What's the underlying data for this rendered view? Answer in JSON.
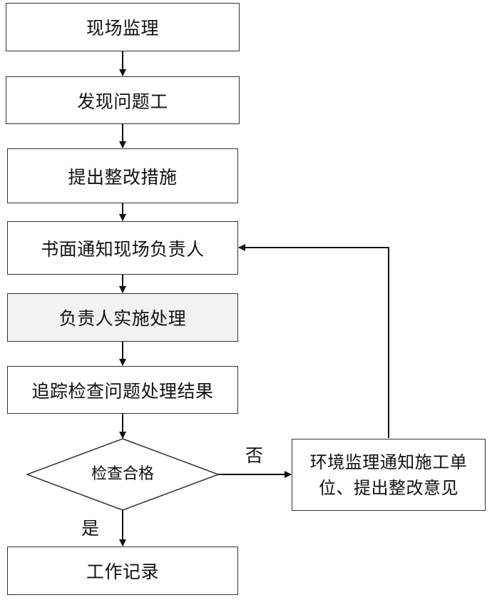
{
  "flowchart": {
    "steps": [
      "现场监理",
      "发现问题工",
      "提出整改措施",
      "书面通知现场负责人",
      "负责人实施处理",
      "追踪检查问题处理结果"
    ],
    "decision": "检查合格",
    "yes_label": "是",
    "no_label": "否",
    "no_branch_box": "环境监理通知施工单位、提出整改意见",
    "final_step": "工作记录"
  }
}
